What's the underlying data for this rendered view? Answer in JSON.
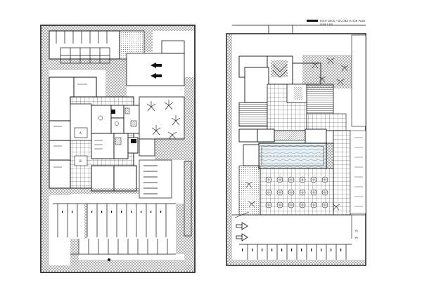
{
  "drawing": {
    "title_label": "ROOF DECK / SECOND FLOOR PLAN",
    "scale_label": "SCALE 1:200"
  },
  "left_plan": {
    "name": "ground-floor-plan",
    "room_tag_a": "A",
    "room_tag_b": "B"
  },
  "right_plan": {
    "name": "second-floor-plan",
    "lot_tag_1": "P1",
    "lot_tag_2": "P2"
  },
  "colors": {
    "line": "#111111",
    "paper": "#ffffff",
    "hatch": "#555555",
    "pool": "#dfe9ee"
  }
}
